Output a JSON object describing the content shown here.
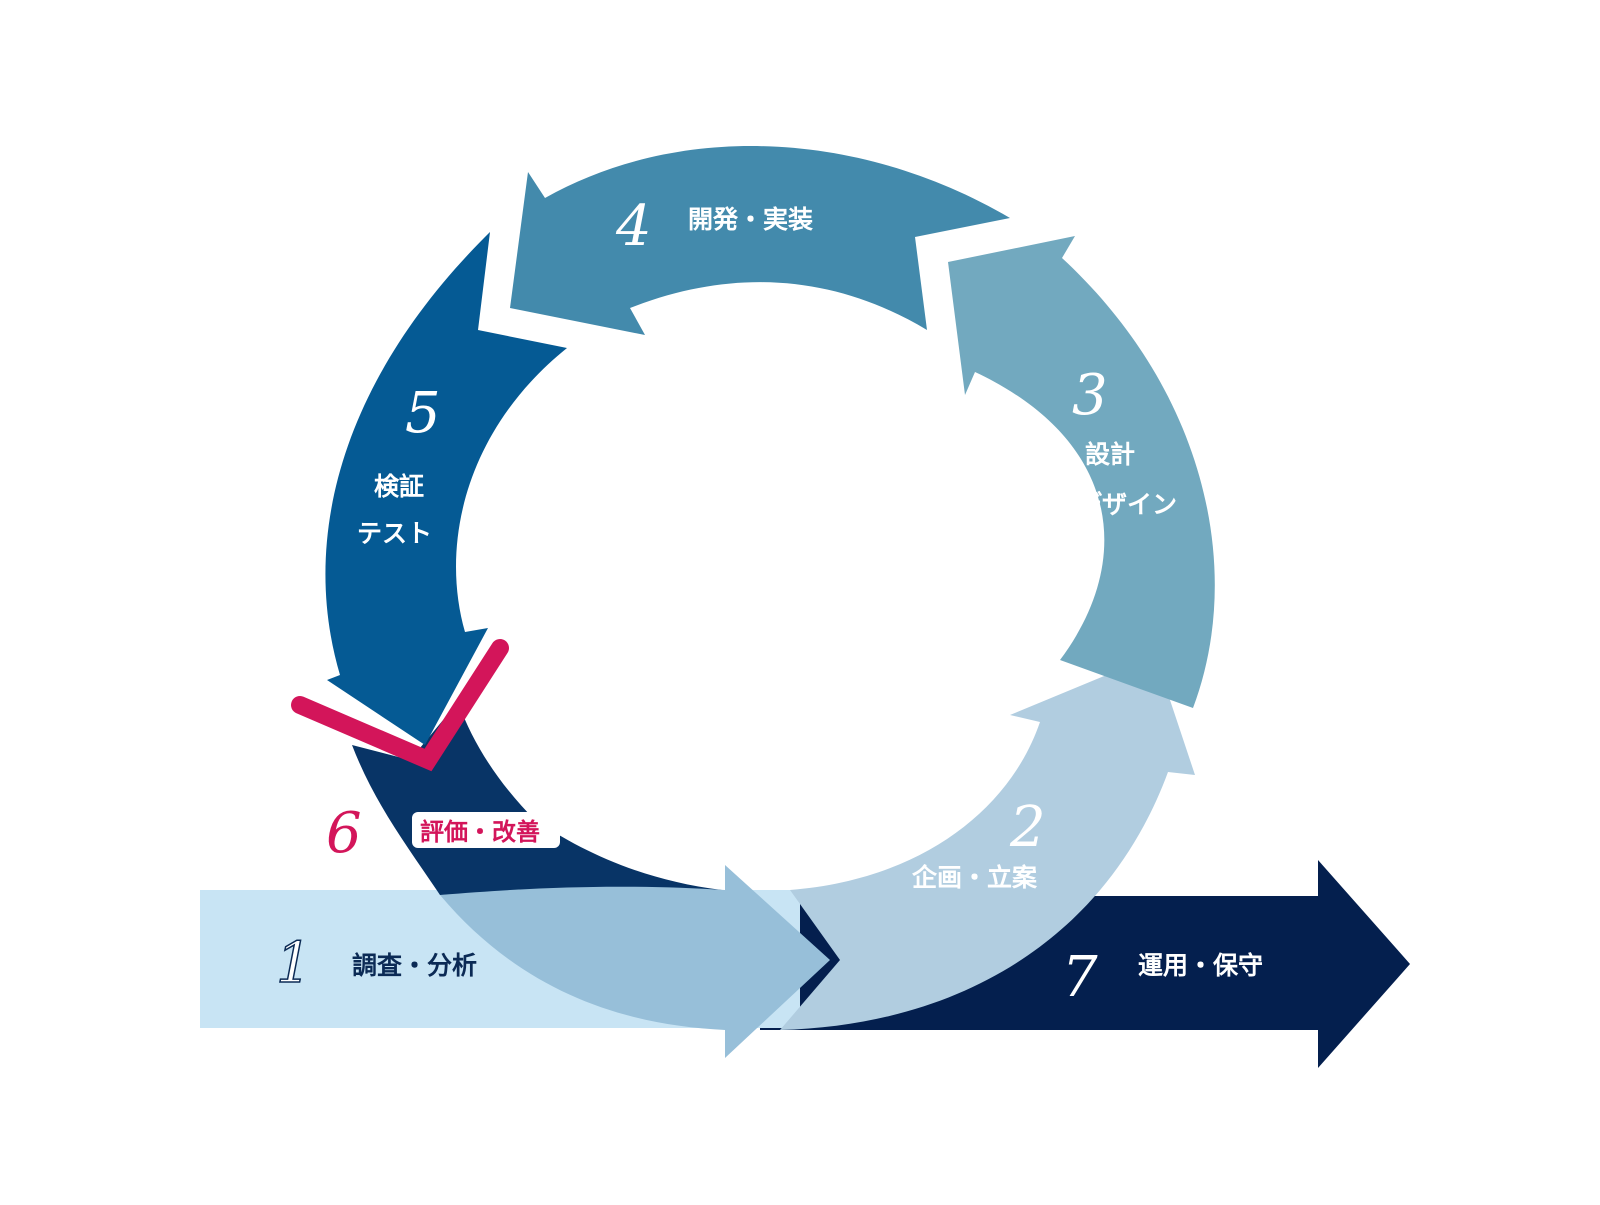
{
  "steps": [
    {
      "number": "1",
      "label": "調査・分析"
    },
    {
      "number": "2",
      "label": "企画・立案"
    },
    {
      "number": "3",
      "label_line1": "設計",
      "label_line2": "デザイン"
    },
    {
      "number": "4",
      "label": "開発・実装"
    },
    {
      "number": "5",
      "label_line1": "検証",
      "label_line2": "テスト"
    },
    {
      "number": "6",
      "label": "評価・改善"
    },
    {
      "number": "7",
      "label": "運用・保守"
    }
  ],
  "colors": {
    "step1_bar": "#c8e4f4",
    "step1_arc": "#97bfd9",
    "step2": "#b1cde0",
    "step3": "#72a9bf",
    "step4": "#438aac",
    "step5": "#055a94",
    "step6": "#083466",
    "step7": "#041f4e",
    "accent": "#d3155a"
  }
}
